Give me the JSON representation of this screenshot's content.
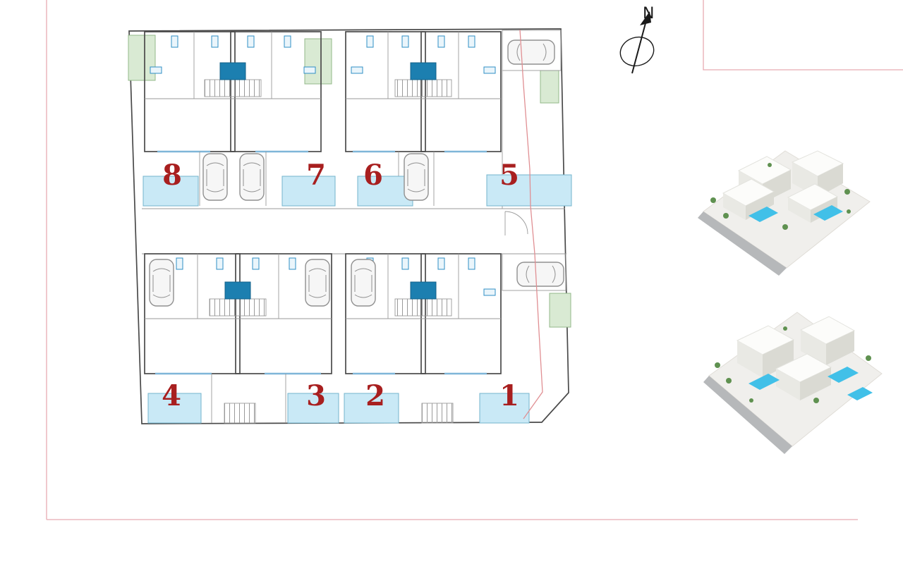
{
  "sheet": {
    "border_color": "#e7aab2"
  },
  "compass": {
    "label": "N"
  },
  "site_plan": {
    "plots": [
      {
        "number": "8"
      },
      {
        "number": "7"
      },
      {
        "number": "6"
      },
      {
        "number": "5"
      },
      {
        "number": "4"
      },
      {
        "number": "3"
      },
      {
        "number": "2"
      },
      {
        "number": "1"
      }
    ],
    "colors": {
      "pool": "#c9e9f6",
      "planter": "#d9ead3",
      "plot_number": "#a81f1f",
      "core_blue": "#1c7fb0",
      "parcel_line": "#e08f93"
    }
  },
  "renders": {
    "pool_color": "#41c0e8"
  }
}
